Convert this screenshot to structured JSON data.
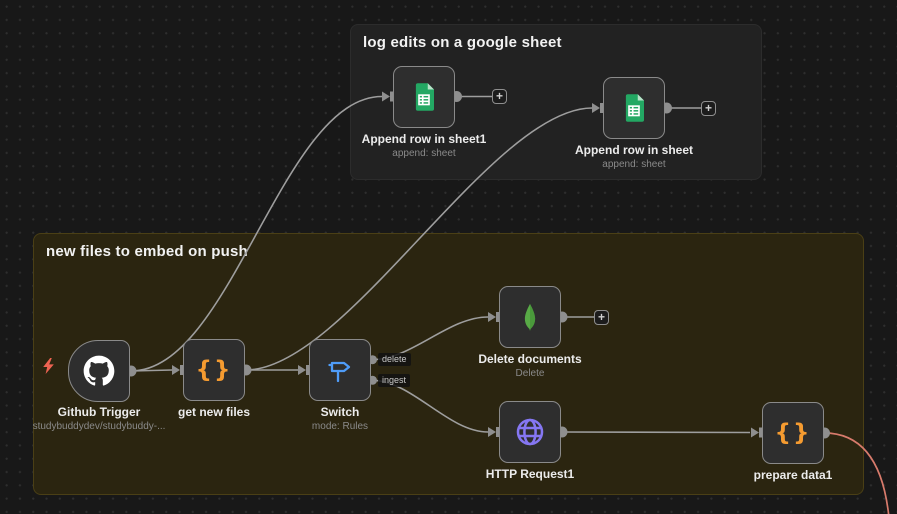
{
  "app": "n8n-workflow-canvas",
  "groups": [
    {
      "title": "log edits on a google sheet"
    },
    {
      "title": "new files to embed on push"
    }
  ],
  "nodes": [
    {
      "id": "github-trigger",
      "label": "Github Trigger",
      "subtitle": "studybuddydev/studybuddy-...",
      "icon": "github-icon",
      "type": "trigger"
    },
    {
      "id": "get-new-files",
      "label": "get new files",
      "subtitle": "",
      "icon": "code-braces-icon",
      "type": "code"
    },
    {
      "id": "switch",
      "label": "Switch",
      "subtitle": "mode: Rules",
      "icon": "signpost-icon",
      "type": "switch",
      "outputs": [
        "delete",
        "ingest"
      ]
    },
    {
      "id": "delete-documents",
      "label": "Delete documents",
      "subtitle": "Delete",
      "icon": "mongodb-leaf-icon",
      "type": "mongodb"
    },
    {
      "id": "http-request1",
      "label": "HTTP Request1",
      "subtitle": "",
      "icon": "globe-icon",
      "type": "http"
    },
    {
      "id": "prepare-data1",
      "label": "prepare data1",
      "subtitle": "",
      "icon": "code-braces-icon",
      "type": "code"
    },
    {
      "id": "append-row-in-sheet1",
      "label": "Append row in sheet1",
      "subtitle": "append: sheet",
      "icon": "google-sheets-icon",
      "type": "googleSheets"
    },
    {
      "id": "append-row-in-sheet",
      "label": "Append row in sheet",
      "subtitle": "append: sheet",
      "icon": "google-sheets-icon",
      "type": "googleSheets"
    }
  ],
  "connections": [
    "Github Trigger -> get new files",
    "Github Trigger -> Append row in sheet1",
    "get new files -> Switch",
    "get new files -> Append row in sheet",
    "Switch[delete] -> Delete documents",
    "Switch[ingest] -> HTTP Request1",
    "HTTP Request1 -> prepare data1",
    "prepare data1 -> (offscreen, highlighted)"
  ],
  "icons": {
    "braces_glyph": "{}",
    "plus_glyph": "+"
  },
  "colors": {
    "canvas_bg": "#181818",
    "canvas_dot": "#2e2e2e",
    "group_log_bg": "#222222",
    "group_embed_bg": "#2b2510",
    "node_bg": "#2e2e2e",
    "node_border": "#8a8a8a",
    "edge": "#9e9e9e",
    "edge_highlight": "#d87b6c",
    "code_icon": "#f59b30",
    "switch_icon": "#4f9cf8",
    "globe_icon": "#8577f3",
    "mongodb_green": "#58aa46",
    "sheets_green": "#23a863",
    "trigger_bolt": "#ee6352",
    "label_text": "#ececec",
    "subtitle_text": "#8a8a8a"
  }
}
